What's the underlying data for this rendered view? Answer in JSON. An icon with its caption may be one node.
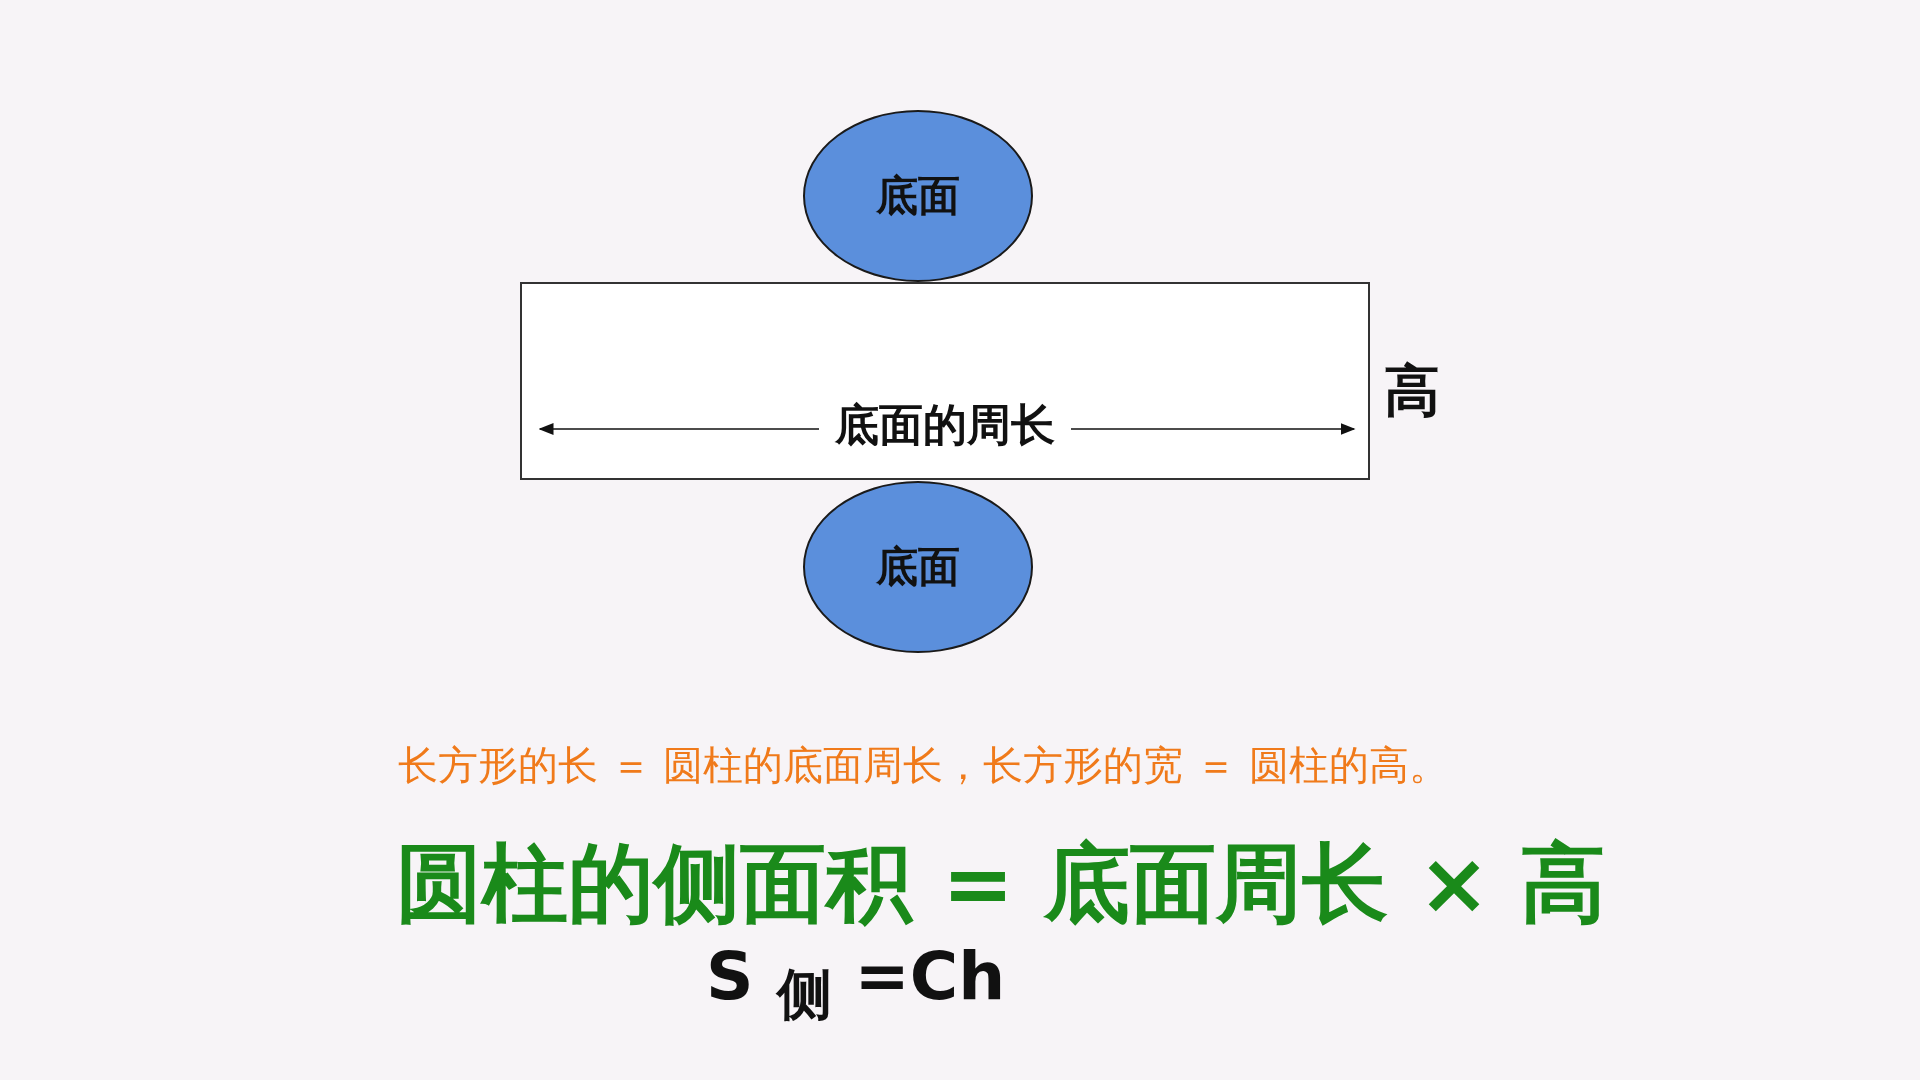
{
  "diagram": {
    "nodes": [
      {
        "text": [
          "底面"
        ]
      },
      {
        "text": [
          "底面的周长"
        ],
        "beside": [
          "高"
        ]
      },
      {
        "text": [
          "底面"
        ]
      }
    ],
    "labels": [
      "长方形的长 ＝ 圆柱的底面周长，长方形的宽 ＝ 圆柱的高。",
      "圆柱的侧面积 = 底面周长 × 高",
      "S $_{侧}$ =Ch"
    ]
  }
}
